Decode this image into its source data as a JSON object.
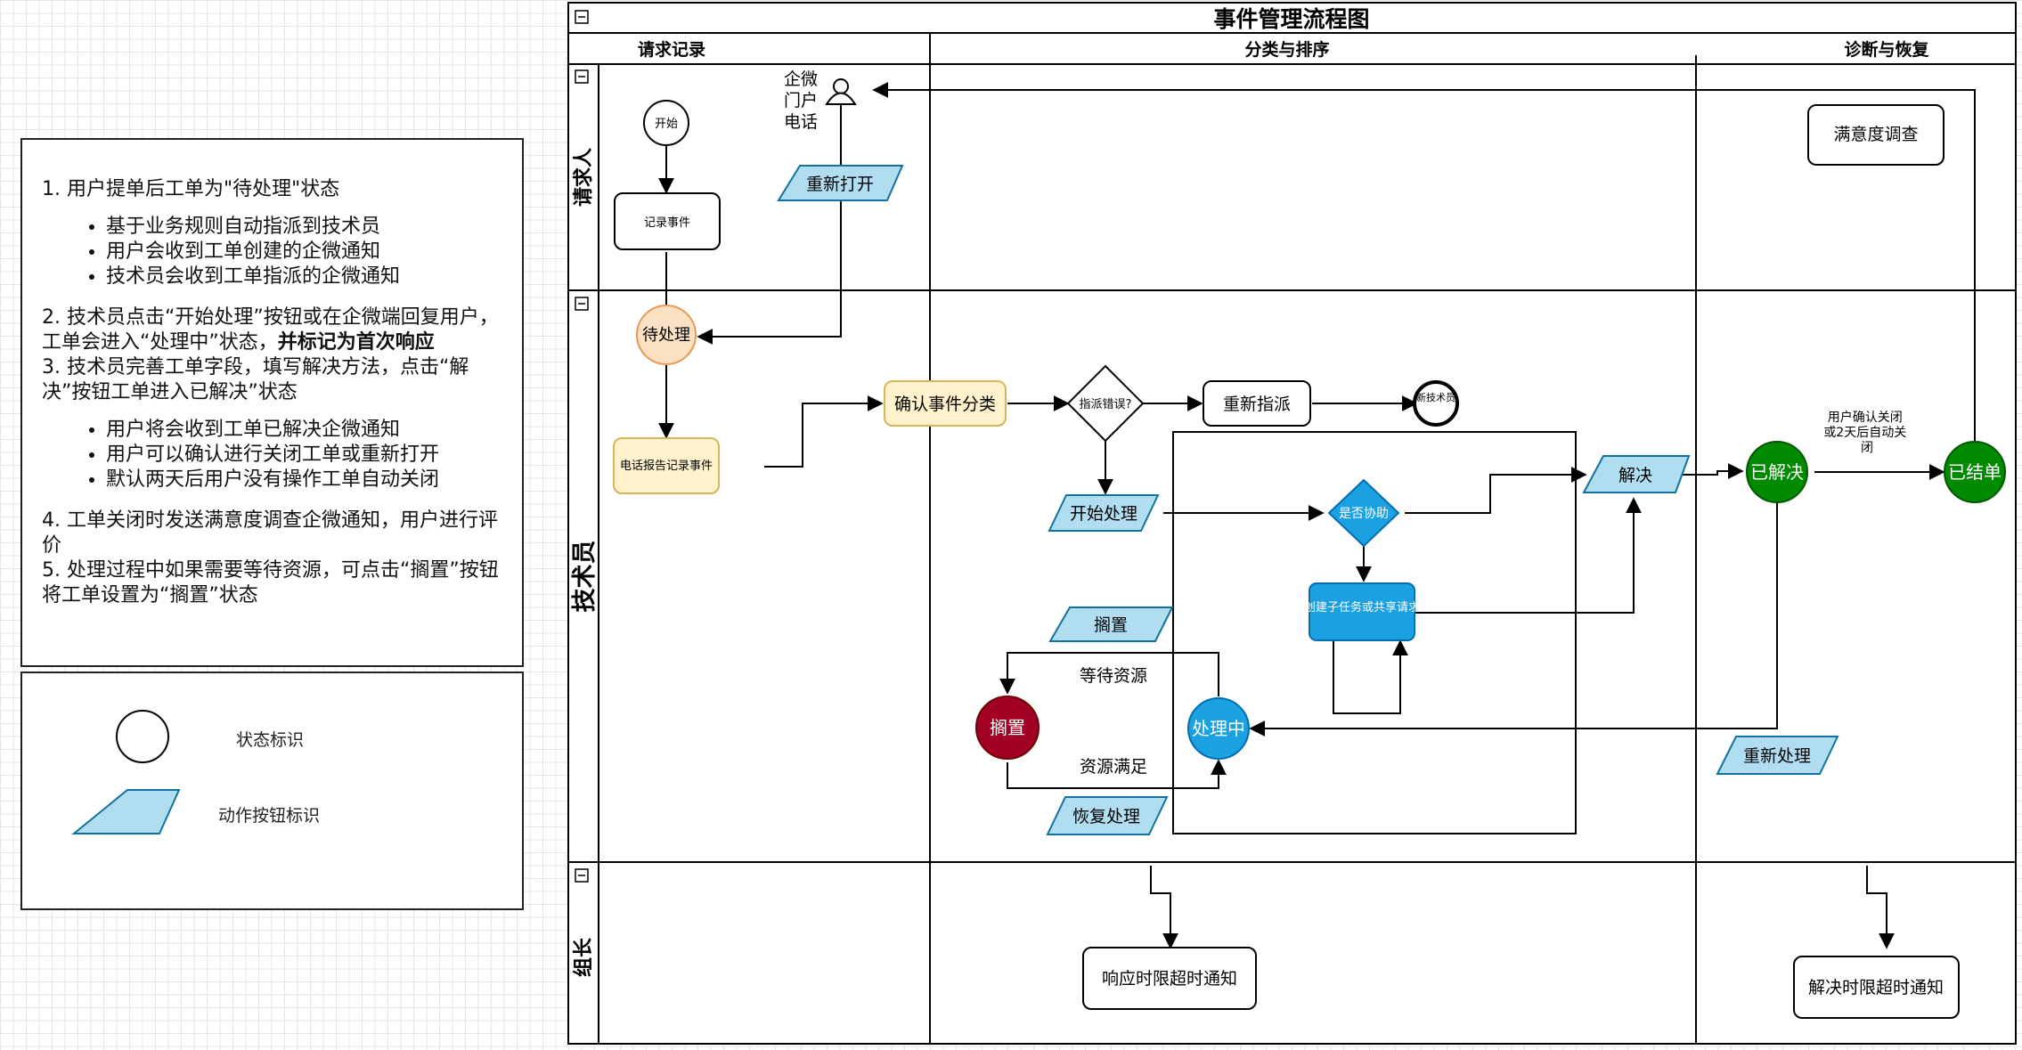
{
  "notes": {
    "item1": "1. 用户提单后工单为\"待处理\"状态",
    "item1_bullets": [
      "基于业务规则自动指派到技术员",
      "用户会收到工单创建的企微通知",
      "技术员会收到工单指派的企微通知"
    ],
    "item2": "2. 技术员点击“开始处理”按钮或在企微端回复用户，工单会进入“处理中”状态，",
    "item2_bold": "并标记为首次响应",
    "item3": "3. 技术员完善工单字段，填写解决方法，点击“解决”按钮工单进入已解决”状态",
    "item3_bullets": [
      "用户将会收到工单已解决企微通知",
      "用户可以确认进行关闭工单或重新打开",
      "默认两天后用户没有操作工单自动关闭"
    ],
    "item4": "4. 工单关闭时发送满意度调查企微通知，用户进行评价",
    "item5": "5. 处理过程中如果需要等待资源，可点击“搁置”按钮将工单设置为“搁置”状态"
  },
  "legend": {
    "state_label": "状态标识",
    "action_label": "动作按钮标识"
  },
  "diagram": {
    "title": "事件管理流程图",
    "phases": [
      "请求记录",
      "分类与排序",
      "诊断与恢复"
    ],
    "lanes": [
      "请求人",
      "技术员",
      "组长"
    ],
    "collapse_glyph": "⊟",
    "nodes": {
      "start": "开始",
      "channel_1": "企微",
      "channel_2": "门户",
      "channel_3": "电话",
      "record_event": "记录事件",
      "reopen": "重新打开",
      "satisfaction": "满意度调查",
      "pending": "待处理",
      "phone_report": "电话报告记录事件",
      "confirm_category": "确认事件分类",
      "assign_error": "指派错误?",
      "reassign": "重新指派",
      "new_tech": "新技术员",
      "start_processing": "开始处理",
      "need_assist": "是否协助",
      "create_subtask": "创建子任务或共享请求",
      "resolve": "解决",
      "resolved": "已解决",
      "closed": "已结单",
      "user_confirm": "用户确认关闭或2天后自动关闭",
      "suspend_btn": "搁置",
      "suspended": "搁置",
      "wait_resource": "等待资源",
      "resource_ready": "资源满足",
      "in_progress": "处理中",
      "resume": "恢复处理",
      "reprocess": "重新处理",
      "response_timeout": "响应时限超时通知",
      "resolve_timeout": "解决时限超时通知"
    }
  },
  "colors": {
    "state_orange_fill": "#fbe0c4",
    "state_orange_stroke": "#e89a52",
    "note_fill": "#fff2cc",
    "note_stroke": "#d6b656",
    "action_fill": "#b1ddf0",
    "action_stroke": "#10739e",
    "blue_state": "#1ba1e2",
    "green_state": "#008a00",
    "red_state": "#a20025"
  }
}
